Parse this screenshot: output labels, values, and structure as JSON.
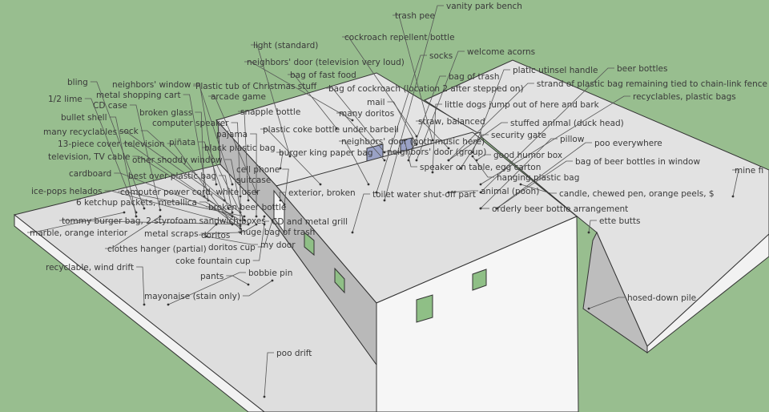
{
  "colors": {
    "ground": "#98be8f",
    "roof": "#e2e2e2",
    "wall_light": "#f4f4f4",
    "wall_dark": "#b9b9b9",
    "window_blue": "#9aa2c6",
    "window_green": "#8fbf86",
    "text": "#3a3a3a"
  },
  "labels": [
    "bling",
    "1/2 lime",
    "CD case",
    "bullet shell",
    "metal shopping cart",
    "neighbors' window",
    "broken glass",
    "computer speaker",
    "Plastic tub of Christmas stuff",
    "arcade game",
    "snapple bottle",
    "sock",
    "piñata",
    "pajama",
    "other shoddy window",
    "best over plastic bag",
    "computer power cord, white user",
    "13-piece cover",
    "many recyclables",
    "television, TV cable",
    "cardboard",
    "black plastic bag",
    "6 ketchup packets, metallica",
    "tommy burger bag, 2 styrofoam sandwich boxes",
    "ice-pops helados",
    "television",
    "broken beer bottle",
    "metal scraps",
    "clothes hanger (partial)",
    "marble, orange interior",
    "suitcase",
    "doritos",
    "huge bag of trash",
    "coke fountain cup",
    "doritos cup",
    "my door",
    "cell phone",
    "burger king paper bag",
    "light (standard)",
    "bag of fast food",
    "neighbors' door (television very loud)",
    "bag of cockroach (location 2 after stepped on)",
    "plastic coke bottle under barbell",
    "mail",
    "many doritos",
    "neighbors' door (goth music here)",
    "trash pee",
    "cockroach repellent bottle",
    "socks",
    "vanity park bench",
    "welcome acorns",
    "bag of trash",
    "little dogs jump out of here and bark",
    "strand of plastic bag remaining tied to chain-link fence",
    "recyclables, plastic bags",
    "beer bottles",
    "platic utinsel handle",
    "straw, balanced",
    "stuffed animal (duck head)",
    "security gate",
    "good humor box",
    "speaker on table, egg carton",
    "neighbors' door (group)",
    "hanging plastic bag",
    "pillow",
    "poo everywhere",
    "animal (pooh)",
    "bag of beer bottles in window",
    "orderly beer bottle arrangement",
    "candle, chewed pen, orange peels, $",
    "mine fi",
    "ette butts",
    "toilet water shut-off part",
    "CD and metal grill",
    "exterior, broken",
    "pants",
    "bobbie pin",
    "mayonaise (stain only)",
    "recyclable, wind drift",
    "poo drift",
    "hosed-down pile"
  ]
}
